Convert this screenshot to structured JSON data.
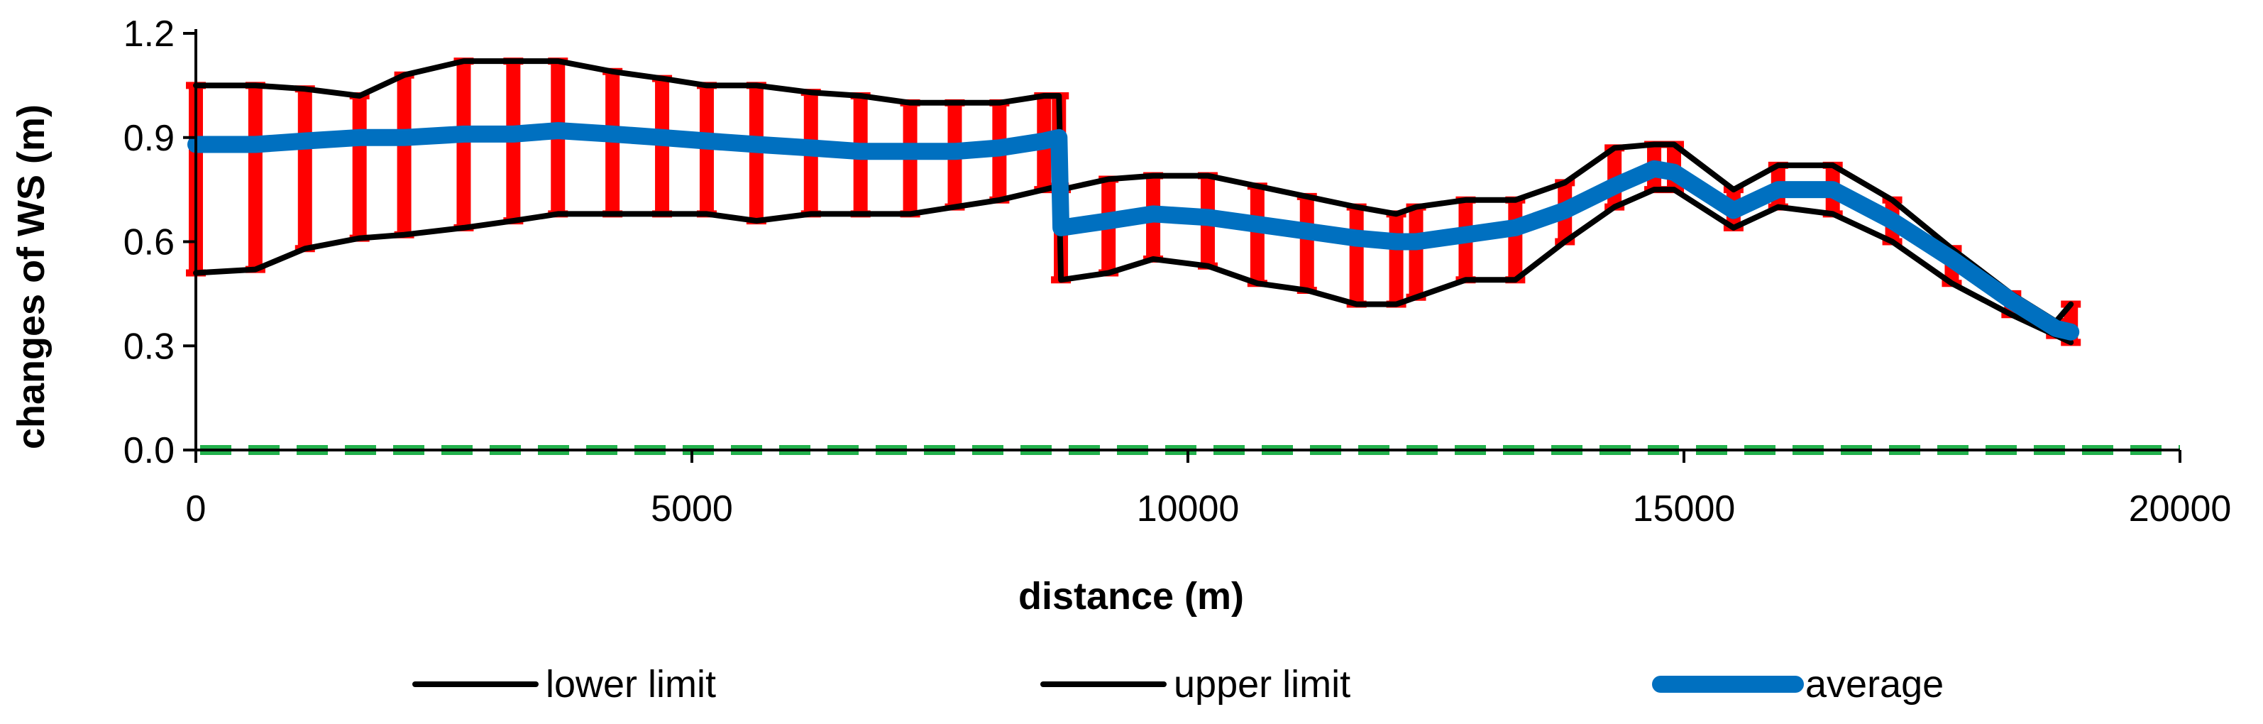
{
  "chart_data": {
    "type": "line",
    "title": "",
    "xlabel": "distance (m)",
    "ylabel": "changes of WS (m)",
    "xlim": [
      0,
      20000
    ],
    "ylim": [
      0,
      1.2
    ],
    "xticks": [
      "0",
      "5000",
      "10000",
      "15000",
      "20000"
    ],
    "yticks": [
      "0.0",
      "0.3",
      "0.6",
      "0.9",
      "1.2"
    ],
    "grid": false,
    "legend": "bottom",
    "x": [
      0,
      600,
      1100,
      1650,
      2100,
      2700,
      3200,
      3650,
      4200,
      4700,
      5150,
      5650,
      6200,
      6700,
      7200,
      7650,
      8100,
      8550,
      8700,
      8720,
      9200,
      9650,
      10200,
      10700,
      11200,
      11700,
      12100,
      12300,
      12800,
      13300,
      13800,
      14300,
      14700,
      14900,
      15500,
      15950,
      16500,
      17100,
      17700,
      18300,
      18750,
      18900
    ],
    "series": [
      {
        "name": "lower limit",
        "color": "#000000",
        "values": [
          0.51,
          0.52,
          0.58,
          0.61,
          0.62,
          0.64,
          0.66,
          0.68,
          0.68,
          0.68,
          0.68,
          0.66,
          0.68,
          0.68,
          0.68,
          0.7,
          0.72,
          0.75,
          0.76,
          0.49,
          0.51,
          0.55,
          0.53,
          0.48,
          0.46,
          0.42,
          0.42,
          0.44,
          0.49,
          0.49,
          0.6,
          0.7,
          0.75,
          0.75,
          0.64,
          0.7,
          0.68,
          0.6,
          0.48,
          0.39,
          0.33,
          0.31
        ]
      },
      {
        "name": "upper limit",
        "color": "#000000",
        "values": [
          1.05,
          1.05,
          1.04,
          1.02,
          1.08,
          1.12,
          1.12,
          1.12,
          1.09,
          1.07,
          1.05,
          1.05,
          1.03,
          1.02,
          1.0,
          1.0,
          1.0,
          1.02,
          1.02,
          0.75,
          0.78,
          0.79,
          0.79,
          0.76,
          0.73,
          0.7,
          0.68,
          0.7,
          0.72,
          0.72,
          0.77,
          0.87,
          0.88,
          0.88,
          0.75,
          0.82,
          0.82,
          0.72,
          0.58,
          0.45,
          0.37,
          0.42
        ]
      },
      {
        "name": "average",
        "color": "#0070C0",
        "values": [
          0.88,
          0.88,
          0.89,
          0.9,
          0.9,
          0.91,
          0.91,
          0.92,
          0.91,
          0.9,
          0.89,
          0.88,
          0.87,
          0.86,
          0.86,
          0.86,
          0.87,
          0.89,
          0.9,
          0.64,
          0.66,
          0.68,
          0.67,
          0.65,
          0.63,
          0.61,
          0.6,
          0.6,
          0.62,
          0.64,
          0.69,
          0.76,
          0.81,
          0.8,
          0.69,
          0.75,
          0.75,
          0.66,
          0.55,
          0.43,
          0.35,
          0.34
        ]
      }
    ],
    "zero_line": {
      "y": 0.0,
      "color": "#22B14C"
    },
    "error_bar_color": "#FF0000"
  }
}
